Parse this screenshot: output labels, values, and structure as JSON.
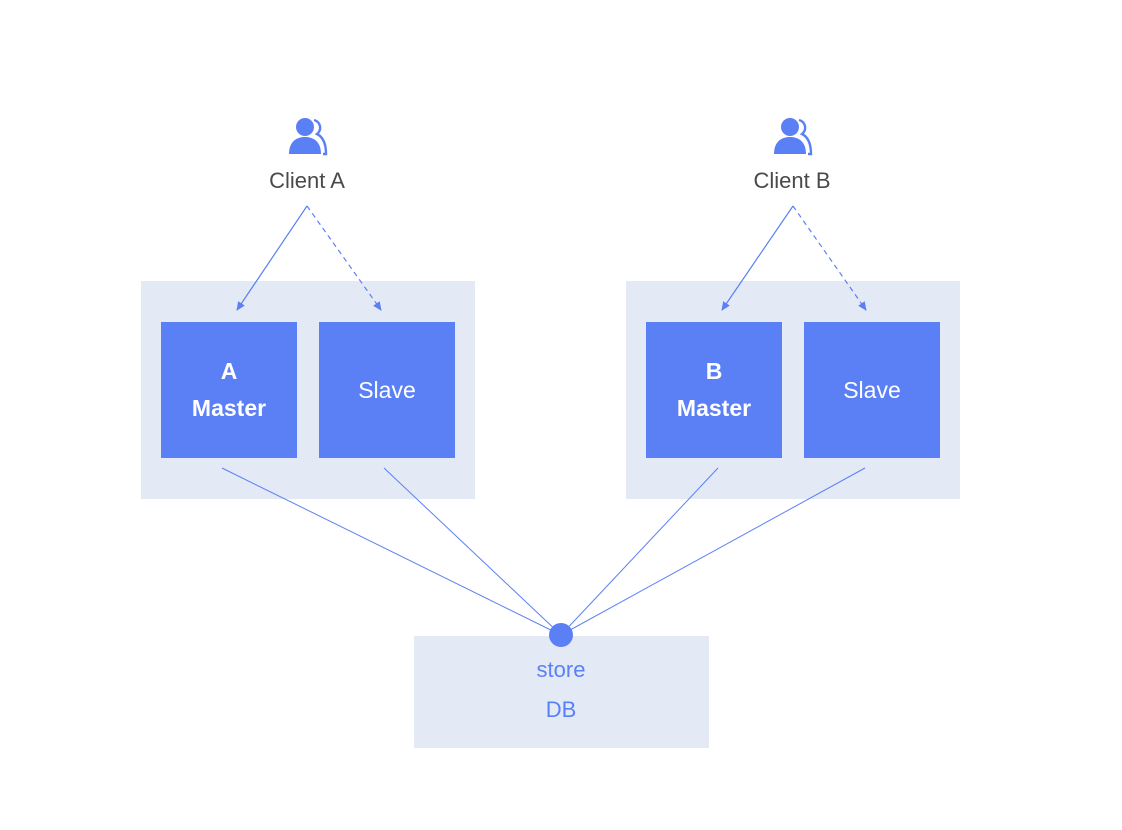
{
  "colors": {
    "accent": "#5b80f6",
    "group_bg": "#e3e9f5",
    "text": "#4a4a4a",
    "background": "#ffffff"
  },
  "client_a": {
    "label": "Client A",
    "icon": "user-icon"
  },
  "client_b": {
    "label": "Client B",
    "icon": "user-icon"
  },
  "group_a": {
    "master": {
      "line1": "A",
      "line2": "Master"
    },
    "slave": {
      "label": "Slave"
    }
  },
  "group_b": {
    "master": {
      "line1": "B",
      "line2": "Master"
    },
    "slave": {
      "label": "Slave"
    }
  },
  "store": {
    "line1": "store",
    "line2": "DB"
  }
}
